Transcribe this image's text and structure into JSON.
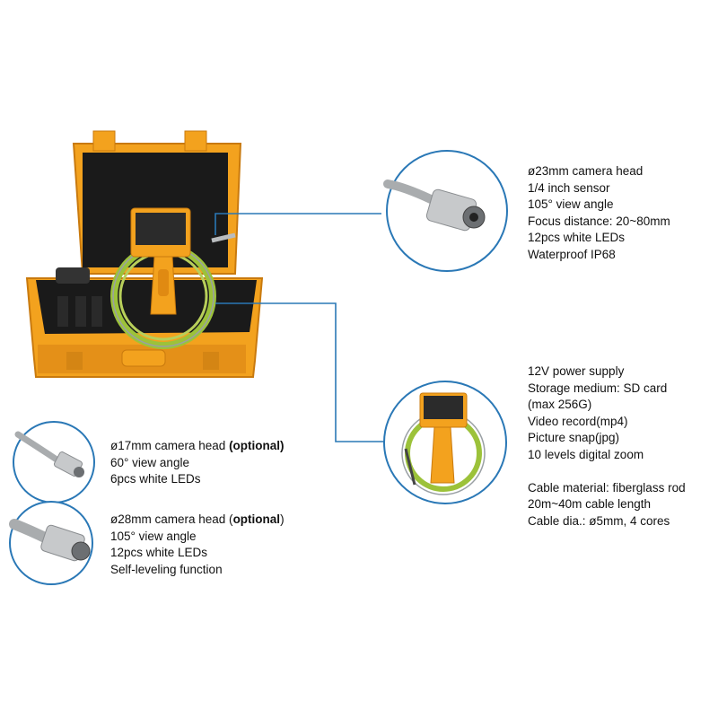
{
  "colors": {
    "case_orange": "#f3a21e",
    "case_shadow": "#c97a0e",
    "foam": "#1a1a1a",
    "callout_blue": "#2a78b6",
    "cable_green": "#9cc23a",
    "steel": "#b9bcbf"
  },
  "specs_camera_23mm": [
    "ø23mm camera head",
    "1/4 inch sensor",
    "105° view angle",
    "Focus distance: 20~80mm",
    "12pcs white LEDs",
    "Waterproof IP68"
  ],
  "specs_unit": [
    "12V power supply",
    "Storage medium: SD card",
    "(max 256G)",
    "Video record(mp4)",
    "Picture snap(jpg)",
    "10 levels digital zoom",
    "",
    "Cable material: fiberglass rod",
    "20m~40m cable length",
    "Cable dia.: ø5mm, 4 cores"
  ],
  "camera_17mm": {
    "title_main": "ø17mm camera head ",
    "title_optional": "(optional)",
    "lines": [
      "60° view angle",
      "6pcs white LEDs"
    ]
  },
  "camera_28mm": {
    "title_main": "ø28mm camera head (",
    "title_optional": "optional",
    "title_close": ")",
    "lines": [
      "105° view angle",
      "12pcs white LEDs",
      "Self-leveling function"
    ]
  }
}
